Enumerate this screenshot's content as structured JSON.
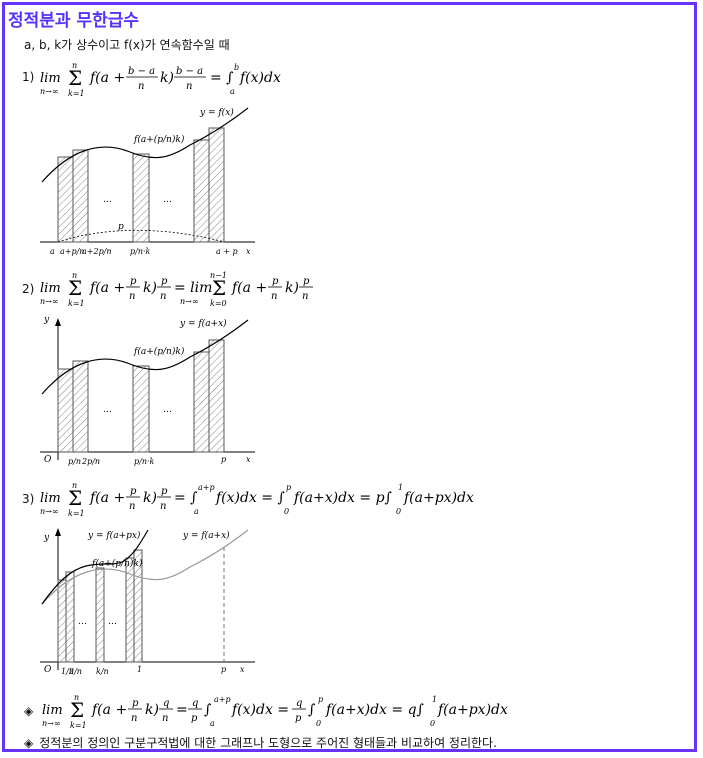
{
  "title": "정적분과 무한급수",
  "condition": "a, b, k가 상수이고 f(x)가 연속함수일 때",
  "items": [
    {
      "num": "1)",
      "formula": "lim Σ f(a + (b−a)/n k)(b−a)/n = ∫ₐᵇ f(x)dx",
      "graph": {
        "curve": "y = f(x)",
        "strip": "f(a+(p/n)k)",
        "ticks": [
          "a",
          "a+p/n",
          "a+2p/n",
          "p/n·k",
          "a + p",
          "x"
        ],
        "p": "p",
        "dots": "…"
      }
    },
    {
      "num": "2)",
      "formula": "lim Σ f(a + (p/n)k)(p/n) = lim Σ(k=0..n−1) f(a + (p/n)k)(p/n)",
      "graph": {
        "curve": "y = f(a+x)",
        "strip": "f(a+(p/n)k)",
        "origin": "O",
        "y": "y",
        "ticks": [
          "p/n",
          "2p/n",
          "p/n·k",
          "p",
          "x"
        ],
        "dots": "…"
      }
    },
    {
      "num": "3)",
      "formula": "lim Σ f(a + (p/n)k)(p/n) = ∫ₐ^(a+p) f(x)dx = ∫₀ᵖ f(a+x)dx = p∫₀¹ f(a+px)dx",
      "graph": {
        "curve1": "y = f(a+px)",
        "curve2": "y = f(a+x)",
        "strip": "f(a+(p/n)k)",
        "origin": "O",
        "y": "y",
        "ticks": [
          "1/n",
          "2/n",
          "k/n",
          "1",
          "p",
          "x"
        ],
        "dots": "…"
      }
    }
  ],
  "notes": [
    {
      "symbol": "◈",
      "formula": "lim Σ f(a + (p/n)k)(q/n) = (q/p)∫ₐ^(a+p) f(x)dx = (q/p)∫₀ᵖ f(a+x)dx = q∫₀¹ f(a+px)dx"
    },
    {
      "symbol": "◈",
      "text": "정적분의 정의인 구분구적법에 대한 그래프나 도형으로 주어진 형태들과 비교하여 정리한다."
    }
  ],
  "colors": {
    "title": "#5533ff",
    "frame": "#6633ff"
  }
}
